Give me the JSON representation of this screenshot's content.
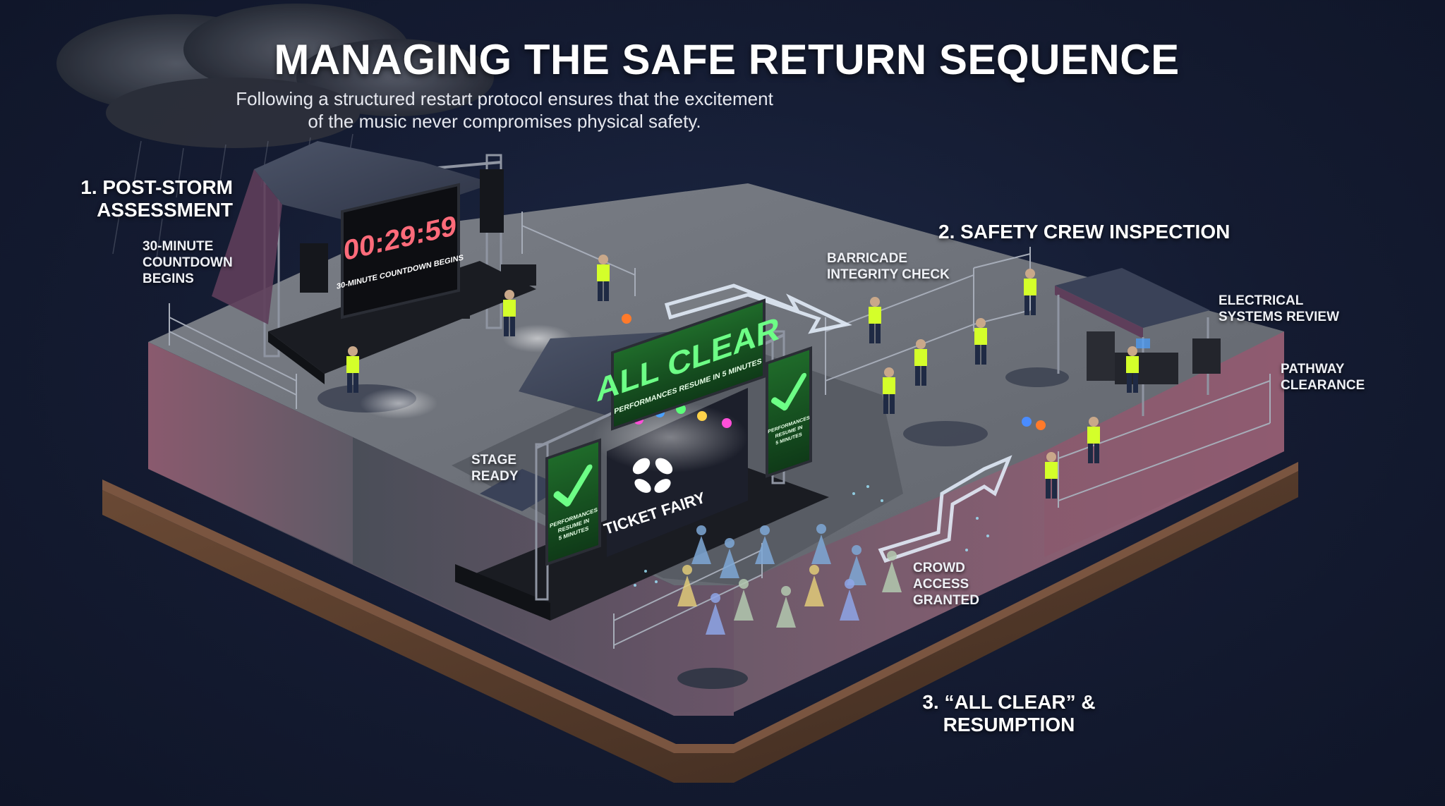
{
  "title": "MANAGING THE SAFE RETURN SEQUENCE",
  "subtitle": {
    "line1": "Following a structured restart protocol ensures that the excitement",
    "line2": "of the music never compromises physical safety."
  },
  "steps": {
    "step1": {
      "line1": "1. POST-STORM",
      "line2": "ASSESSMENT"
    },
    "step2": {
      "line1": "2. SAFETY CREW INSPECTION"
    },
    "step3": {
      "line1": "3. “ALL CLEAR” &",
      "line2": "RESUMPTION"
    }
  },
  "callouts": {
    "countdown": {
      "line1": "30-MINUTE",
      "line2": "COUNTDOWN",
      "line3": "BEGINS"
    },
    "barricade": {
      "line1": "BARRICADE",
      "line2": "INTEGRITY CHECK"
    },
    "electrical": {
      "line1": "ELECTRICAL",
      "line2": "SYSTEMS REVIEW"
    },
    "pathway": {
      "line1": "PATHWAY",
      "line2": "CLEARANCE"
    },
    "stage": {
      "line1": "STAGE",
      "line2": "READY"
    },
    "crowd": {
      "line1": "CROWD",
      "line2": "ACCESS",
      "line3": "GRANTED"
    }
  },
  "countdown_screen": {
    "time": "00:29:59",
    "caption": "30-MINUTE COUNTDOWN BEGINS"
  },
  "main_screen": {
    "headline": "ALL CLEAR",
    "caption": "PERFORMANCES RESUME IN 5 MINUTES"
  },
  "side_screens": {
    "left_caption_1": "PERFORMANCES",
    "left_caption_2": "RESUME IN",
    "left_caption_3": "5 MINUTES",
    "right_caption_1": "PERFORMANCES",
    "right_caption_2": "RESUME IN",
    "right_caption_3": "5 MINUTES"
  },
  "brand": {
    "name": "TICKET FAIRY"
  },
  "colors": {
    "background": "#141b31",
    "countdown_red": "#ff6b7a",
    "all_clear_green": "#5cff7a",
    "safety_vest": "#d4ff2a",
    "arrow_glow": "#e8f2ff"
  },
  "icons": {
    "storm": "storm-cloud-icon",
    "check": "check-mark-icon",
    "arrow": "direction-arrow-icon",
    "logo": "butterfly-logo-icon"
  }
}
